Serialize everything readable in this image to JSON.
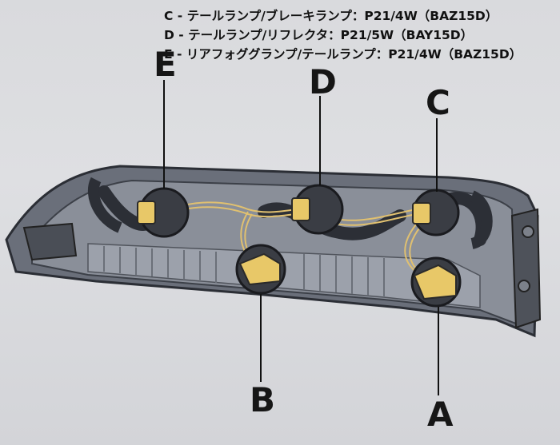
{
  "legend": {
    "c": "C - テールランプ/ブレーキランプ：P21/4W（BAZ15D）",
    "d": "D - テールランプ/リフレクタ：P21/5W（BAY15D）",
    "e": "E - リアフォググランプ/テールランプ：P21/4W（BAZ15D）"
  },
  "labels": {
    "a": "A",
    "b": "B",
    "c": "C",
    "d": "D",
    "e": "E"
  },
  "colors": {
    "bulb": "#e8c868",
    "wire": "#e0c070",
    "housing": "#5a5f6a",
    "harness": "#2c2f36"
  }
}
